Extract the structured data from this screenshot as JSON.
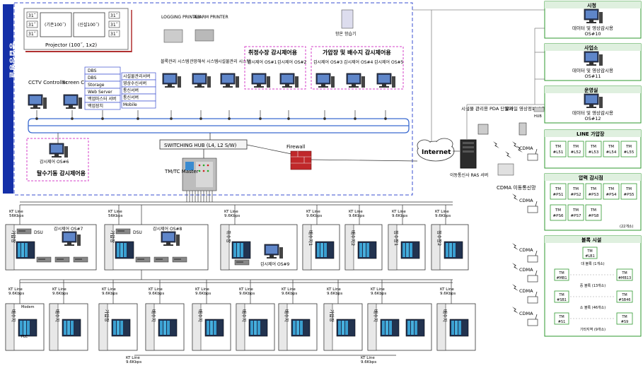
{
  "left_panel": {
    "control_room": "종합상황실",
    "projector": "Projector (100˝, 1x2)",
    "screen_left": "(기존100˝)",
    "screen_right": "(신설100˝)",
    "monitor_label": "31˝",
    "cctv": "CCTV Controller",
    "screen_ctrl": "Screen Controller",
    "servers_left": [
      "DBS",
      "DBS",
      "Storage",
      "Web Server",
      "백업마스터 서버",
      "백업장치"
    ],
    "servers_right": [
      "시설물관리서버",
      "영상수신서버",
      "통신서버",
      "통신서버",
      "Mobile"
    ],
    "logging_printer": "LOGGING PRINTER",
    "alarm_printer": "ALARM PRINTER",
    "hygrometer": "항온 항습기",
    "ws_facility": "블록관리 시스템",
    "ws_pipe": "관망해석 시스템",
    "ws_asset": "시설물관리 시스템",
    "intake_title": "취정수장 감시제어용",
    "pressure_title": "가압장 및 배수지 감시제어용",
    "os1": "감시제어 OS#1",
    "os2": "감시제어 OS#2",
    "os3": "감시제어 OS#3",
    "os4": "감시제어 OS#4",
    "os5": "감시제어 OS#5",
    "os6": "감시제어 OS#6",
    "os6_title": "탈수기동 감시제어용",
    "switch": "SWITCHING HUB (L4, L2 S/W)",
    "firewall": "Firewall",
    "tmtc": "TM/TC Master"
  },
  "middle": {
    "internet": "Internet",
    "pda": "시설물 관리용 PDA 단말기",
    "smartphone": "모바일 영상정보 스마트폰 단말기",
    "ras": "이동통신사 RAS 서버",
    "cdma_net": "CDMA 이동통신망",
    "hub": "HUB"
  },
  "right_panel": {
    "city": {
      "title": "시청",
      "label": "데이터 및 영상감시용 OS#10"
    },
    "office": {
      "title": "사업소",
      "label": "데이터 및 영상감시용 OS#11"
    },
    "ops": {
      "title": "운영실",
      "label": "데이터 및 영상감시용 OS#12"
    },
    "line_title": "LINE 가압장",
    "line_cdma": "CDMA",
    "line_tms": [
      "TM #L51",
      "TM #L52",
      "TM #L53",
      "TM #L54",
      "TM #L55"
    ],
    "pressure_title": "압력 감시점",
    "pressure_cdma": "CDMA",
    "pressure_tms": [
      "TM #PS1",
      "TM #PS2",
      "TM #PS3",
      "TM #PS4",
      "TM #PS5",
      "TM #PS6",
      "TM #PS7",
      "TM #PS8"
    ],
    "pressure_note": "(22개소)",
    "block_title": "블록 시설",
    "block_cdma": "CDMA",
    "block_rows": [
      {
        "left": "TM #LB1",
        "right": "",
        "caption": "대 블록 (1개소)"
      },
      {
        "left": "TM #MB1",
        "right": "TM #MB13",
        "caption": "중 블록 (13개소)"
      },
      {
        "left": "TM #SB1",
        "right": "TM #SB46",
        "caption": "소 블록 (46개소)"
      },
      {
        "left": "TM #S1",
        "right": "TM #S9",
        "caption": "기타지역 (9개소)"
      }
    ]
  },
  "bottom": {
    "kt_line": "KT Line",
    "speed_56": "56Kbps",
    "speed_96": "9.6Kbps",
    "dsu": "DSU",
    "os7": "감시제어 OS#7",
    "os8": "감시제어 OS#8",
    "os9": "감시제어 OS#9",
    "modem": "Modem",
    "plc": "PLC",
    "row1_sites": [
      "가압장",
      "가압장",
      "취수장",
      "배수지1",
      "배수지2",
      "정수장1",
      "정수장2"
    ],
    "row2_sites": [
      "배수지",
      "배수지",
      "가압장",
      "배수지",
      "배수지",
      "배수지",
      "배수지",
      "가압장",
      "배수지",
      "배수지"
    ]
  }
}
